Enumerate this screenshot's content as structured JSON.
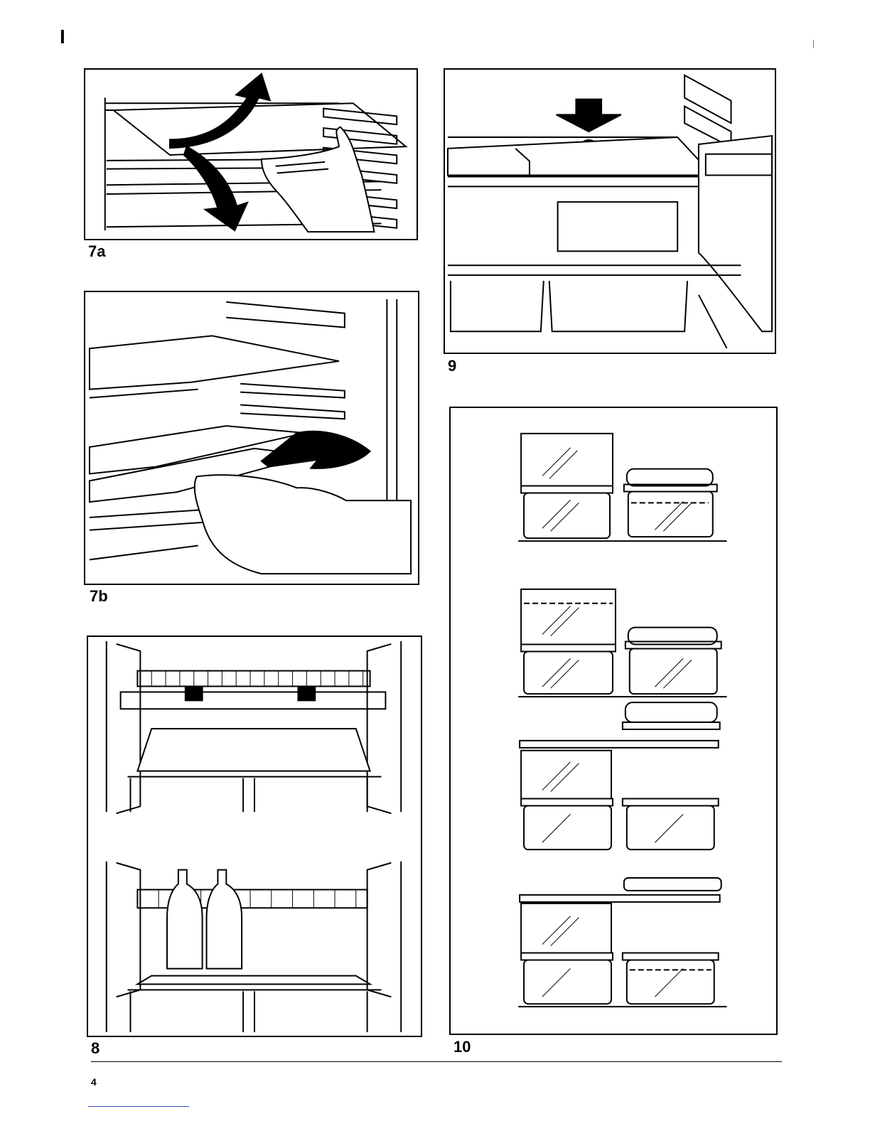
{
  "page": {
    "corner_mark": "I",
    "page_number": "4",
    "colors": {
      "ink": "#000000",
      "paper": "#ffffff",
      "link_rule": "#3355cc"
    }
  },
  "figures": {
    "fig7a": {
      "label": "7a",
      "depicts": "hand lifting a refrigerator shelf out, with up and down arrows"
    },
    "fig7b": {
      "label": "7b",
      "depicts": "hand sliding a shelf out of its runners, with arrow"
    },
    "fig8": {
      "label": "8",
      "depicts": "wire shelf positions and shelf holding two bottles"
    },
    "fig9": {
      "label": "9",
      "depicts": "arrow pointing to drain hole above the crisper drawers"
    },
    "fig10": {
      "label": "10",
      "depicts": "four arrangements of stacked food containers on shelves"
    }
  }
}
